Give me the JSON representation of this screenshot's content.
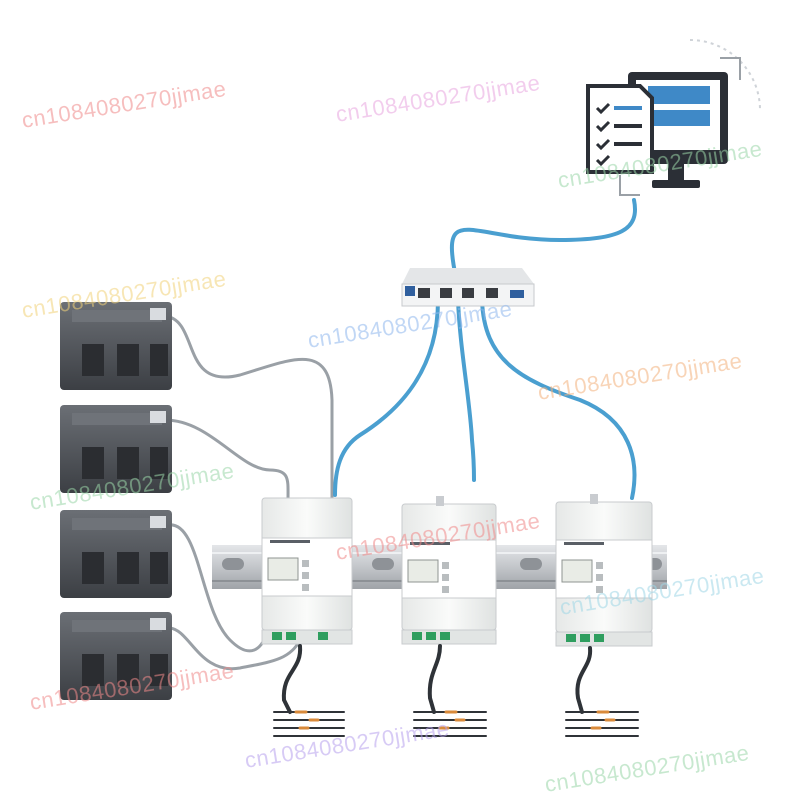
{
  "watermark": {
    "text": "cn1084080270jjmae",
    "colors": [
      "#f08a8a",
      "#e9a6e0",
      "#9ad6a8",
      "#f2d27a",
      "#8fb7ee",
      "#b8a2ee",
      "#9fd7e6",
      "#f3b27e"
    ]
  },
  "colors": {
    "network_cable": "#4a9fd0",
    "sensor_lead": "#9aa0a6",
    "ct_body": "#4f5257",
    "meter_body": "#f4f5f4",
    "din_rail": "#c9ccd0",
    "monitor_frame": "#2b2f36",
    "monitor_screen": "#3f89c7"
  },
  "icons": [
    "computer-monitor-icon",
    "checklist-icon",
    "ethernet-switch-icon",
    "current-transformer-icon",
    "energy-meter-icon",
    "din-rail-icon",
    "terminal-wires-icon"
  ],
  "current_transformer_count": 4,
  "energy_meter_count": 3,
  "switch_port_count": 4
}
